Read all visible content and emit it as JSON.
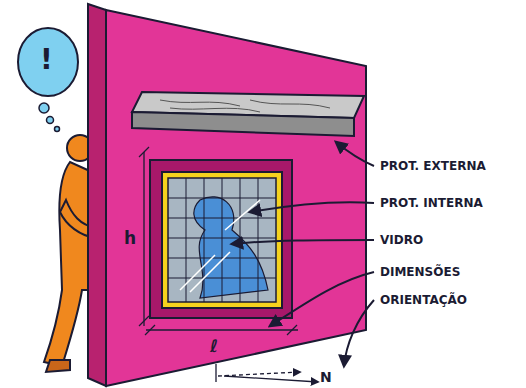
{
  "diagram": {
    "labels": [
      "PROT. EXTERNA",
      "PROT. INTERNA",
      "VIDRO",
      "DIMENSÕES",
      "ORIENTAÇÃO",
      "h",
      "ℓ",
      "N",
      "!"
    ]
  }
}
